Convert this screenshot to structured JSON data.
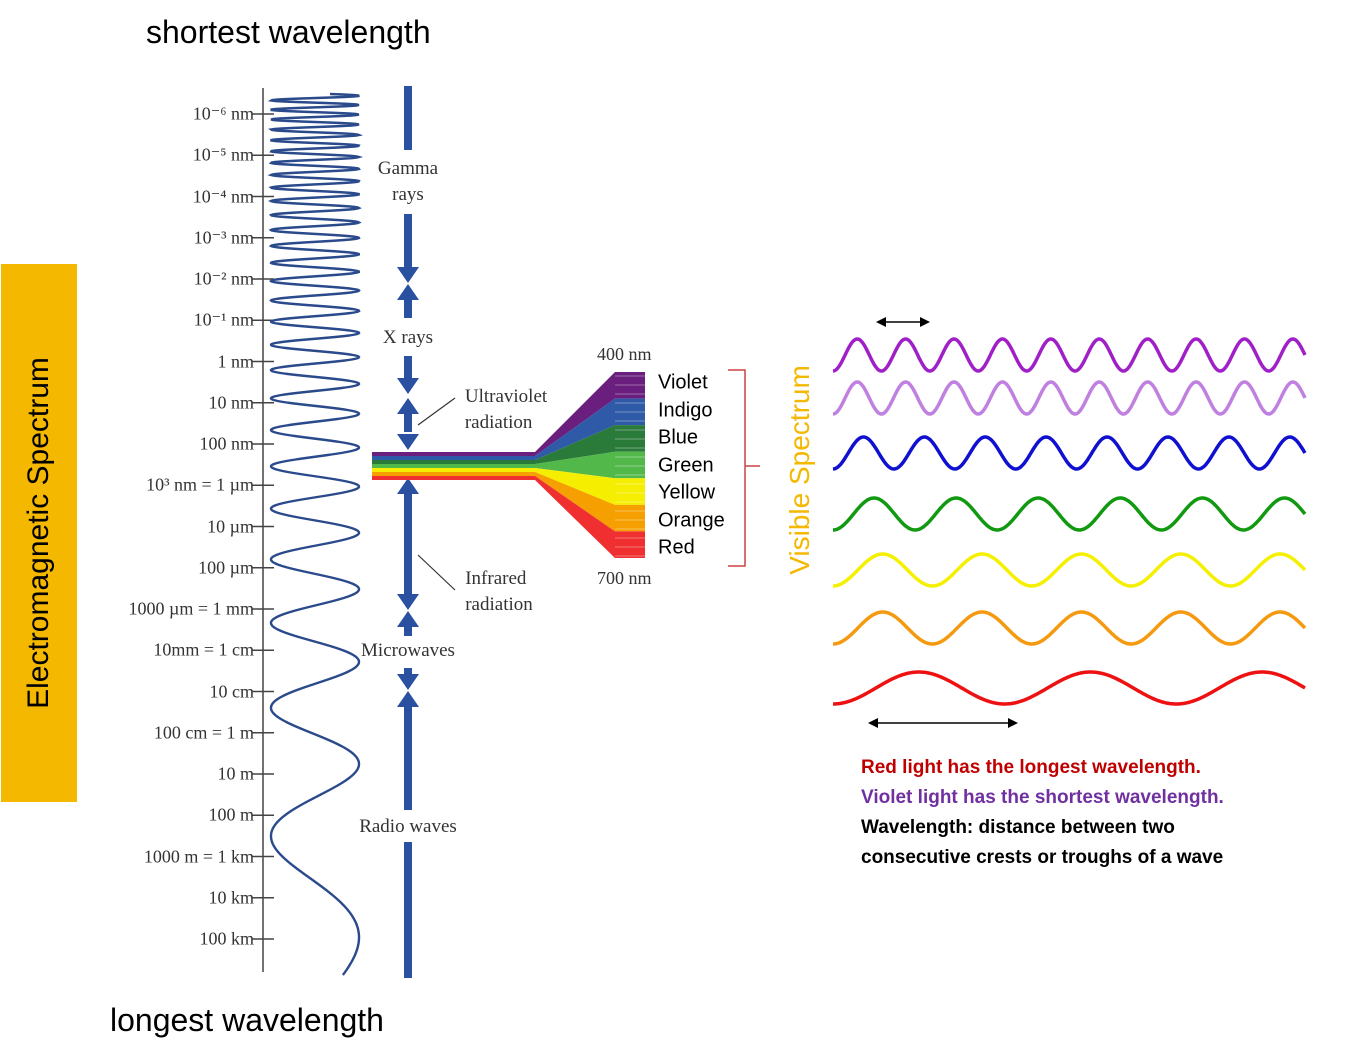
{
  "headings": {
    "top": "shortest wavelength",
    "bottom": "longest wavelength"
  },
  "side_label": "Electromagnetic Spectrum",
  "scale_ticks": [
    "10⁻⁶ nm",
    "10⁻⁵ nm",
    "10⁻⁴ nm",
    "10⁻³ nm",
    "10⁻² nm",
    "10⁻¹ nm",
    "1 nm",
    "10 nm",
    "100 nm",
    "10³ nm = 1 µm",
    "10 µm",
    "100 µm",
    "1000 µm = 1 mm",
    "10mm = 1 cm",
    "10 cm",
    "100 cm = 1 m",
    "10 m",
    "100 m",
    "1000 m = 1 km",
    "10 km",
    "100 km"
  ],
  "regions": {
    "gamma": "Gamma\nrays",
    "xray": "X rays",
    "uv": "Ultraviolet\nradiation",
    "ir": "Infrared\nradiation",
    "micro": "Microwaves",
    "radio": "Radio waves"
  },
  "visible": {
    "top_nm": "400 nm",
    "bottom_nm": "700 nm",
    "label": "Visible Spectrum",
    "colors": [
      {
        "name": "Violet",
        "hex": "#7a1f8a"
      },
      {
        "name": "Indigo",
        "hex": "#1e88d8"
      },
      {
        "name": "Blue",
        "hex": "#3a7d1e"
      },
      {
        "name": "Green",
        "hex": "#52b84a"
      },
      {
        "name": "Yellow",
        "hex": "#f5ee00"
      },
      {
        "name": "Orange",
        "hex": "#f59a00"
      },
      {
        "name": "Red",
        "hex": "#e8123c"
      }
    ]
  },
  "waves": [
    {
      "color": "#a020c8",
      "cycles": 10
    },
    {
      "color": "#c080e0",
      "cycles": 10
    },
    {
      "color": "#1010d0",
      "cycles": 8
    },
    {
      "color": "#119911",
      "cycles": 6
    },
    {
      "color": "#f5f000",
      "cycles": 5
    },
    {
      "color": "#f59a10",
      "cycles": 5
    },
    {
      "color": "#ee1111",
      "cycles": 3
    }
  ],
  "notes": [
    {
      "text": "Red light has the longest wavelength.",
      "color": "#c00000"
    },
    {
      "text": "Violet light has the shortest wavelength.",
      "color": "#7030a0"
    },
    {
      "text": "Wavelength: distance between two",
      "color": "#000000"
    },
    {
      "text": "consecutive crests or troughs of a wave",
      "color": "#000000"
    }
  ]
}
